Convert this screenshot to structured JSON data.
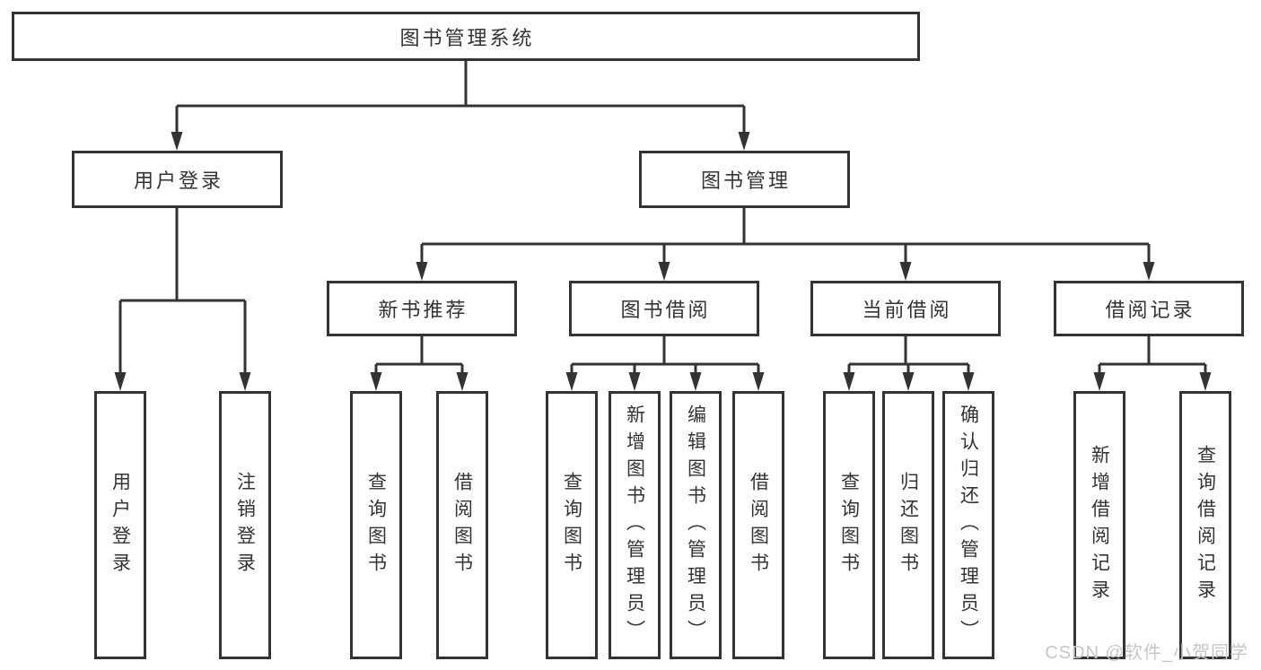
{
  "diagram": {
    "root": "图书管理系统",
    "level2": [
      {
        "label": "用户登录",
        "children": [
          {
            "label": "用户登录"
          },
          {
            "label": "注销登录"
          }
        ]
      },
      {
        "label": "图书管理",
        "children": [
          {
            "label": "新书推荐",
            "children": [
              {
                "label": "查询图书"
              },
              {
                "label": "借阅图书"
              }
            ]
          },
          {
            "label": "图书借阅",
            "children": [
              {
                "label": "查询图书"
              },
              {
                "label": "新增图书（管理员）"
              },
              {
                "label": "编辑图书（管理员）"
              },
              {
                "label": "借阅图书"
              }
            ]
          },
          {
            "label": "当前借阅",
            "children": [
              {
                "label": "查询图书"
              },
              {
                "label": "归还图书"
              },
              {
                "label": "确认归还（管理员）"
              }
            ]
          },
          {
            "label": "借阅记录",
            "children": [
              {
                "label": "新增借阅记录"
              },
              {
                "label": "查询借阅记录"
              }
            ]
          }
        ]
      }
    ]
  },
  "watermark": {
    "text": "CSDN @软件_小贺同学",
    "color": "#c3c7cb"
  },
  "colors": {
    "line": "#333333",
    "box_border": "#333333",
    "box_fill": "#ffffff",
    "text": "#333333",
    "background": "#ffffff"
  }
}
